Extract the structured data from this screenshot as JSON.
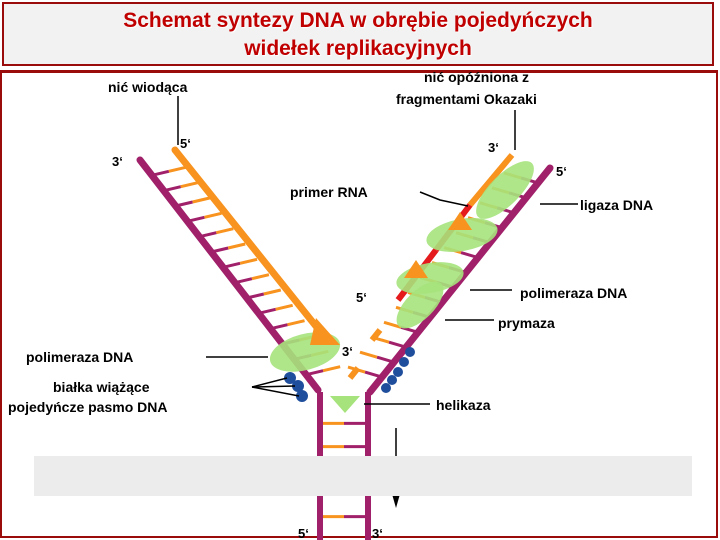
{
  "title": {
    "line1": "Schemat syntezy DNA w obrębie pojedyńczych",
    "line2": "widełek replikacyjnych"
  },
  "labels": {
    "leading_strand": "nić wiodąca",
    "lagging_strand_1": "nić opóźniona z",
    "lagging_strand_2": "fragmentami Okazaki",
    "primer": "primer RNA",
    "ligase": "ligaza DNA",
    "polymerase_right": "polimeraza DNA",
    "primase": "prymaza",
    "polymerase_left": "polimeraza DNA",
    "ssb_1": "białka wiążące",
    "ssb_2": "pojedyńcze pasmo DNA",
    "helicase": "helikaza"
  },
  "ends": {
    "left_top_5": "5‘",
    "left_top_3": "3‘",
    "left_poly_3": "3‘",
    "right_top_3": "3‘",
    "right_top_5": "5‘",
    "right_mid_5": "5‘",
    "bottom_5": "5‘",
    "bottom_3": "3‘"
  },
  "colors": {
    "title_text": "#c00000",
    "frame": "#9a0b0b",
    "parent_strand": "#a0206a",
    "new_strand": "#f7931e",
    "primer": "#e41a1c",
    "enzyme": "#a6e37c",
    "ssb": "#1f4e9c"
  }
}
